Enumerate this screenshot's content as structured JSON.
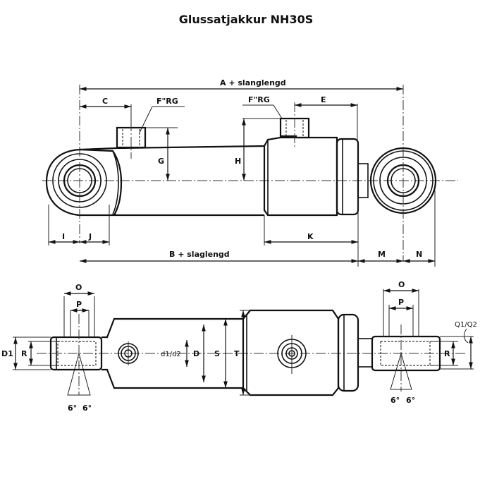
{
  "title": "Glussatjakkur NH30S",
  "top_view": {
    "labels": {
      "a": "A + slanglengd",
      "c": "C",
      "port1": "F\"RG",
      "port2": "F\"RG",
      "e": "E",
      "g": "G",
      "h": "H",
      "i": "I",
      "j": "J",
      "k": "K",
      "b": "B + slaglengd",
      "m": "M",
      "n": "N"
    }
  },
  "side_view": {
    "labels": {
      "o_left": "O",
      "p_left": "P",
      "d1": "D1",
      "r_left": "R",
      "d1d2": "d1/d2",
      "d": "D",
      "s": "S",
      "t": "T",
      "o_right": "O",
      "p_right": "P",
      "q": "Q1/Q2",
      "r_right": "R",
      "angle_l1": "6°",
      "angle_l2": "6°",
      "angle_r1": "6°",
      "angle_r2": "6°"
    }
  }
}
